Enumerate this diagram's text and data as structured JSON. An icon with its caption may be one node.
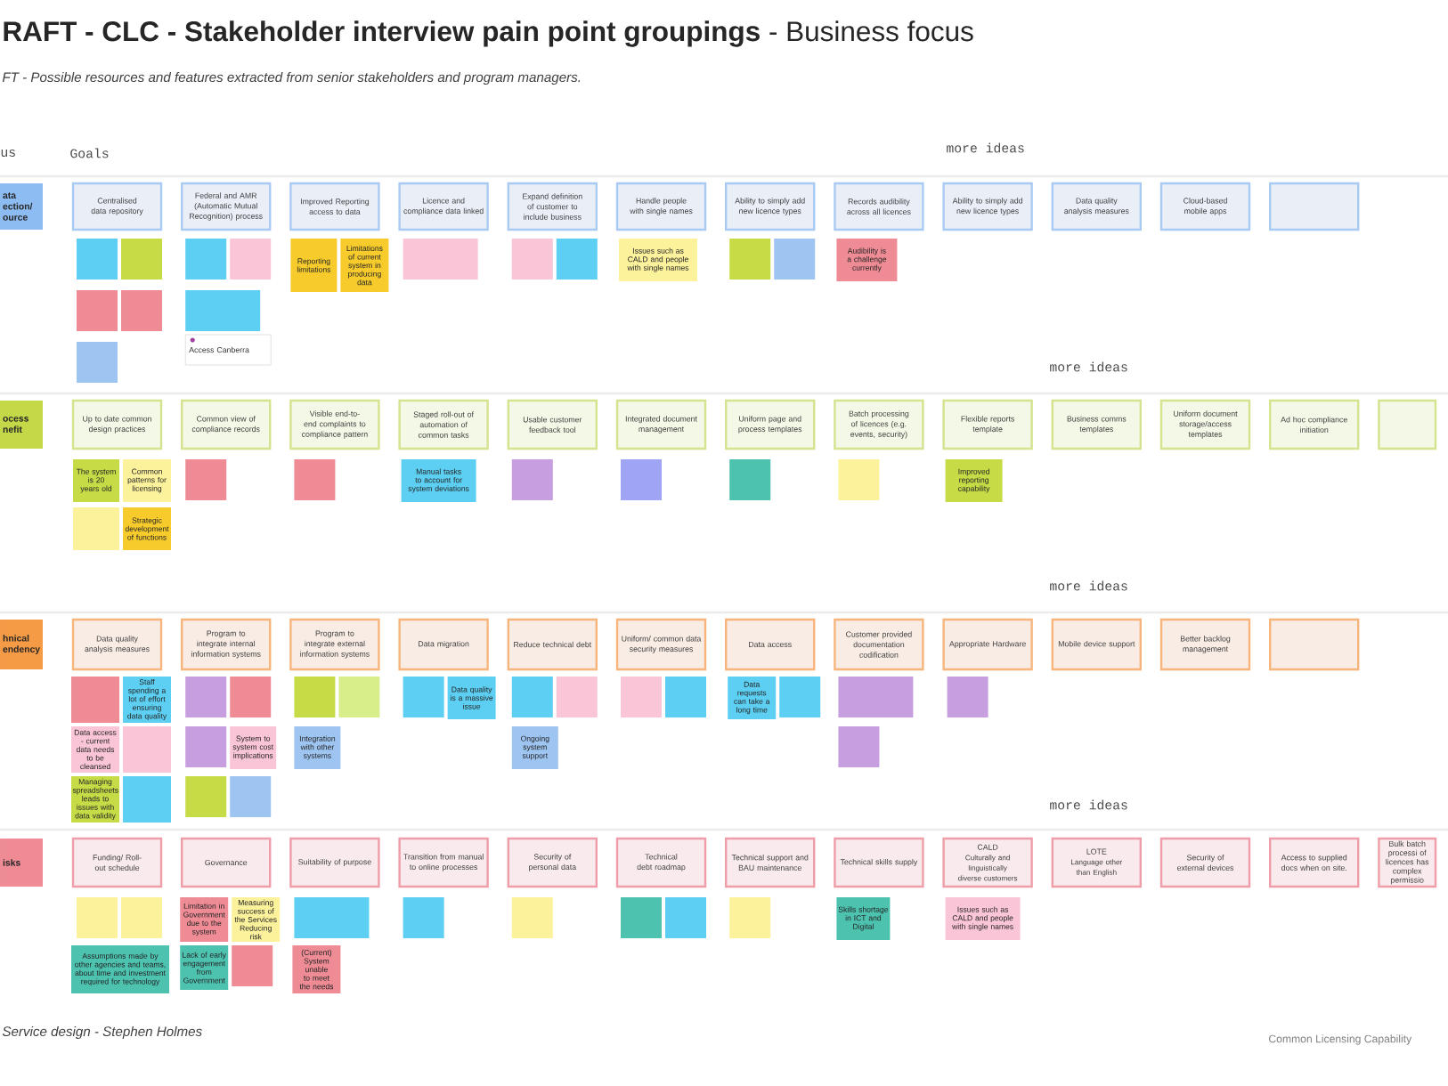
{
  "diagram": {
    "title": "**RAFT - CLC - Stakeholder interview pain point groupings** - Business focus",
    "nodes": [
      {
        "text": [
          "ata ection/ ource"
        ]
      },
      {
        "text": [
          "Centralised data repository"
        ]
      },
      {
        "text": [
          "Federal and AMR (Automatic Mutual Recognition) process"
        ]
      },
      {
        "text": [
          "Improved Reporting access to data"
        ]
      },
      {
        "text": [
          "Licence and compliance data linked"
        ]
      },
      {
        "text": [
          "Expand definition of customer to include business"
        ]
      },
      {
        "text": [
          "Handle people with single names"
        ]
      },
      {
        "text": [
          "Ability to simply add new licence types"
        ]
      },
      {
        "text": [
          "Records audibility across all licences"
        ]
      },
      {
        "text": [
          "Ability to simply add new licence types"
        ]
      },
      {
        "text": [
          "Data quality analysis measures"
        ]
      },
      {
        "text": [
          "Cloud-based mobile apps"
        ]
      },
      {
        "text": [],
        "shape": "box"
      },
      {
        "text": [],
        "shape": "box"
      },
      {
        "text": [],
        "shape": "box"
      },
      {
        "text": [],
        "shape": "box"
      },
      {
        "text": [],
        "shape": "box"
      },
      {
        "text": [],
        "shape": "box"
      },
      {
        "text": [],
        "shape": "box"
      },
      {
        "text": [],
        "shape": "box"
      },
      {
        "text": [],
        "shape": "box"
      },
      {
        "text": [
          "Access Canberra"
        ]
      },
      {
        "text": [
          "Reporting limitations"
        ]
      },
      {
        "text": [
          "Limitations of current system in producing data"
        ]
      },
      {
        "text": [],
        "shape": "box"
      },
      {
        "text": [],
        "shape": "box"
      },
      {
        "text": [],
        "shape": "box"
      },
      {
        "text": [
          "Issues such as CALD and people with single names"
        ]
      },
      {
        "text": [],
        "shape": "box"
      },
      {
        "text": [],
        "shape": "box"
      },
      {
        "text": [
          "Audibility is a challenge currently"
        ]
      },
      {
        "text": [
          "ocess nefit"
        ]
      },
      {
        "text": [
          "Up to date common design practices"
        ]
      },
      {
        "text": [
          "Common view of compliance records"
        ]
      },
      {
        "text": [
          "Visible end-to-end complaints to compliance pattern"
        ]
      },
      {
        "text": [
          "Staged roll-out of automation of common tasks"
        ]
      },
      {
        "text": [
          "Usable customer feedback tool"
        ]
      },
      {
        "text": [
          "Integrated document management"
        ]
      },
      {
        "text": [
          "Uniform page and process templates"
        ]
      },
      {
        "text": [
          "Batch processing of licences (e.g. events, security)"
        ]
      },
      {
        "text": [
          "Flexible reports template"
        ]
      },
      {
        "text": [
          "Business comms templates"
        ]
      },
      {
        "text": [
          "Uniform document storage/access templates"
        ]
      },
      {
        "text": [
          "Ad hoc compliance initiation"
        ]
      },
      {
        "text": [],
        "shape": "box"
      },
      {
        "text": [
          "The system is 20 years old"
        ]
      },
      {
        "text": [
          "Common patterns for licensing"
        ]
      },
      {
        "text": [],
        "shape": "box"
      },
      {
        "text": [
          "Strategic development of functions"
        ]
      },
      {
        "text": [],
        "shape": "box"
      },
      {
        "text": [],
        "shape": "box"
      },
      {
        "text": [
          "Manual tasks to account for system deviations"
        ]
      },
      {
        "text": [],
        "shape": "box"
      },
      {
        "text": [],
        "shape": "box"
      },
      {
        "text": [],
        "shape": "box"
      },
      {
        "text": [],
        "shape": "box"
      },
      {
        "text": [
          "Improved reporting capability"
        ]
      },
      {
        "text": [
          "hnical endency"
        ]
      },
      {
        "text": [
          "Data quality analysis measures"
        ]
      },
      {
        "text": [
          "Program to integrate internal information systems"
        ]
      },
      {
        "text": [
          "Program to integrate external information systems"
        ]
      },
      {
        "text": [
          "Data migration"
        ]
      },
      {
        "text": [
          "Reduce technical debt"
        ]
      },
      {
        "text": [
          "Uniform/ common data security measures"
        ]
      },
      {
        "text": [
          "Data access"
        ]
      },
      {
        "text": [
          "Customer provided documentation codification"
        ]
      },
      {
        "text": [
          "Appropriate Hardware"
        ]
      },
      {
        "text": [
          "Mobile device support"
        ]
      },
      {
        "text": [
          "Better backlog management"
        ]
      },
      {
        "text": [],
        "shape": "box"
      },
      {
        "text": [],
        "shape": "box"
      },
      {
        "text": [
          "Staff spending a lot of effort ensuring data quality"
        ]
      },
      {
        "text": [
          "Data access - current data needs to be cleansed"
        ]
      },
      {
        "text": [],
        "shape": "box"
      },
      {
        "text": [
          "Managing spreadsheets leads to issues with data validity"
        ]
      },
      {
        "text": [],
        "shape": "box"
      },
      {
        "text": [],
        "shape": "box"
      },
      {
        "text": [],
        "shape": "box"
      },
      {
        "text": [],
        "shape": "box"
      },
      {
        "text": [
          "System to system cost implications"
        ]
      },
      {
        "text": [],
        "shape": "box"
      },
      {
        "text": [],
        "shape": "box"
      },
      {
        "text": [],
        "shape": "box"
      },
      {
        "text": [],
        "shape": "box"
      },
      {
        "text": [
          "Integration with other systems"
        ]
      },
      {
        "text": [],
        "shape": "box"
      },
      {
        "text": [
          "Data quality is a massive issue"
        ]
      },
      {
        "text": [],
        "shape": "box"
      },
      {
        "text": [],
        "shape": "box"
      },
      {
        "text": [
          "Ongoing system support"
        ]
      },
      {
        "text": [],
        "shape": "box"
      },
      {
        "text": [],
        "shape": "box"
      },
      {
        "text": [
          "Data requests can take a long time"
        ]
      },
      {
        "text": [],
        "shape": "box"
      },
      {
        "text": [],
        "shape": "box"
      },
      {
        "text": [],
        "shape": "box"
      },
      {
        "text": [],
        "shape": "box"
      },
      {
        "text": [
          "isks"
        ]
      },
      {
        "text": [
          "Funding/ Roll-out schedule"
        ]
      },
      {
        "text": [
          "Governance"
        ]
      },
      {
        "text": [
          "Suitability of purpose"
        ]
      },
      {
        "text": [
          "Transition from manual to online processes"
        ]
      },
      {
        "text": [
          "Security of personal data"
        ]
      },
      {
        "text": [
          "Technical debt roadmap"
        ]
      },
      {
        "text": [
          "Technical support and BAU maintenance"
        ]
      },
      {
        "text": [
          "Technical skills supply"
        ]
      },
      {
        "text": [
          "CALD",
          "Culturally and linguistically diverse customers"
        ]
      },
      {
        "text": [
          "LOTE",
          "Language other than English"
        ]
      },
      {
        "text": [
          "Security of external devices"
        ]
      },
      {
        "text": [
          "Access to supplied docs when on site."
        ]
      },
      {
        "text": [
          "Bulk batch processi of licences has complex permissio"
        ]
      },
      {
        "text": [],
        "shape": "box"
      },
      {
        "text": [],
        "shape": "box"
      },
      {
        "text": [
          "Assumptions made by other agencies and teams, about time and investment required for technology"
        ]
      },
      {
        "text": [
          "Limitation in Government due to the system"
        ]
      },
      {
        "text": [
          "Measuring success of the Services Reducing risk"
        ]
      },
      {
        "text": [
          "Lack of early engagement from Government"
        ]
      },
      {
        "text": [],
        "shape": "box"
      },
      {
        "text": [],
        "shape": "box"
      },
      {
        "text": [
          "(Current) System unable to meet the needs"
        ]
      },
      {
        "text": [],
        "shape": "box"
      },
      {
        "text": [],
        "shape": "box"
      },
      {
        "text": [],
        "shape": "box"
      },
      {
        "text": [],
        "shape": "box"
      },
      {
        "text": [],
        "shape": "box"
      },
      {
        "text": [
          "Skills shortage in ICT and Digital"
        ]
      },
      {
        "text": [
          "Issues such as CALD and people with single names"
        ]
      }
    ],
    "labels": [
      "FT - Possible resources and features extracted from senior stakeholders and program managers.",
      "us",
      "Goals",
      "more ideas",
      "more ideas",
      "more ideas",
      "more ideas",
      "Service design - Stephen Holmes",
      "Common Licensing Capability"
    ]
  }
}
